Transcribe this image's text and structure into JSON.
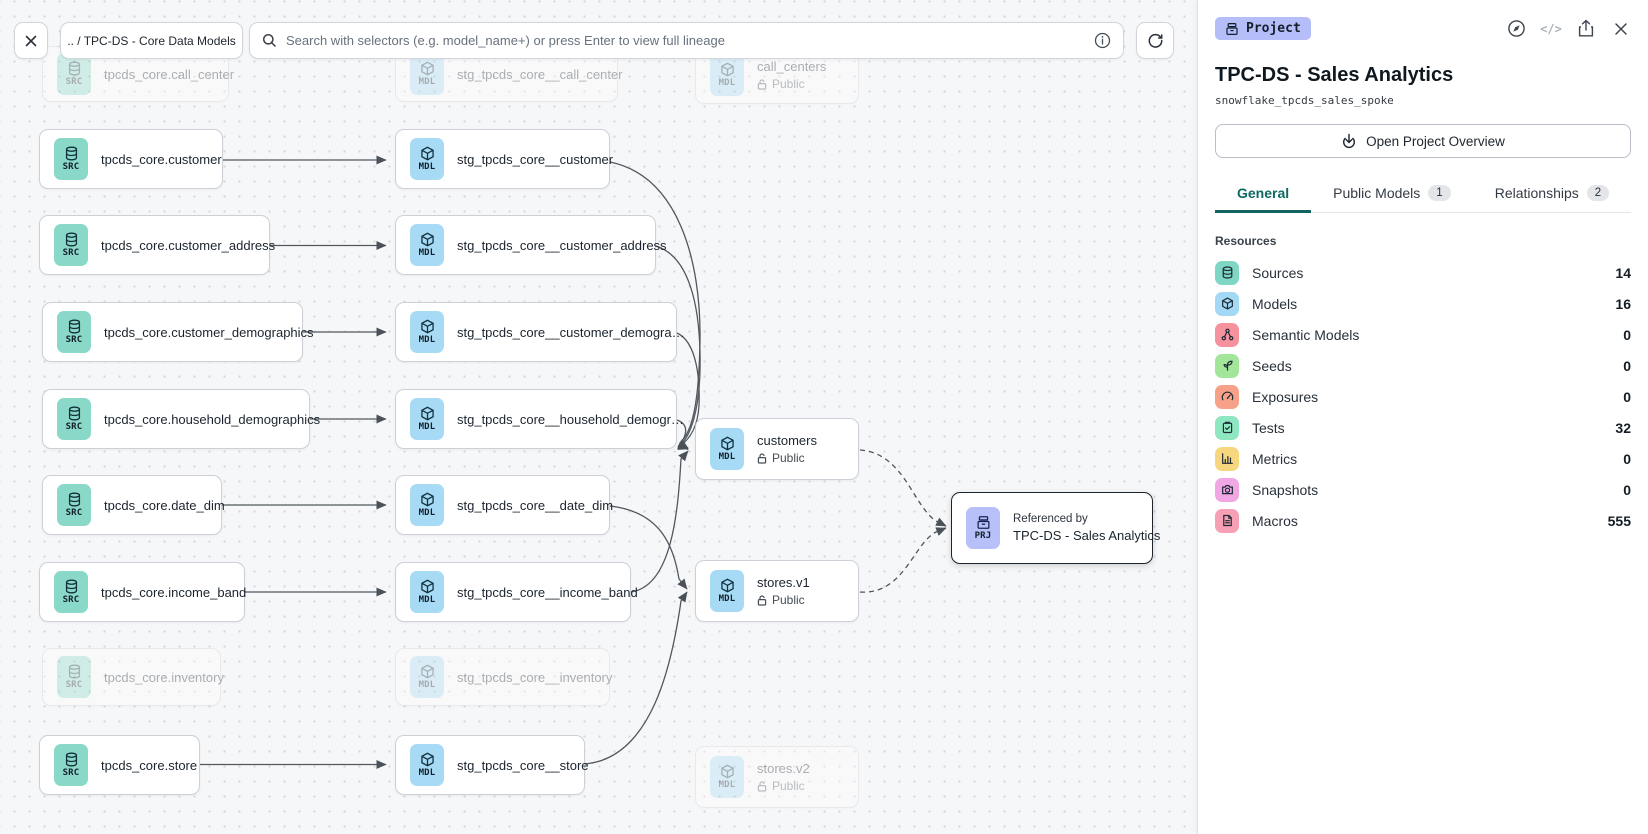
{
  "toolbar": {
    "breadcrumb": ".. / TPC-DS - Core Data Models",
    "search_placeholder": "Search with selectors (e.g. model_name+) or press Enter to view full lineage"
  },
  "canvas": {
    "nodes": {
      "src_call_center": {
        "badge": "SRC",
        "label": "tpcds_core.call_center"
      },
      "src_customer": {
        "badge": "SRC",
        "label": "tpcds_core.customer"
      },
      "src_customer_address": {
        "badge": "SRC",
        "label": "tpcds_core.customer_address"
      },
      "src_customer_demographics": {
        "badge": "SRC",
        "label": "tpcds_core.customer_demographics"
      },
      "src_household_demographics": {
        "badge": "SRC",
        "label": "tpcds_core.household_demographics"
      },
      "src_date_dim": {
        "badge": "SRC",
        "label": "tpcds_core.date_dim"
      },
      "src_income_band": {
        "badge": "SRC",
        "label": "tpcds_core.income_band"
      },
      "src_inventory": {
        "badge": "SRC",
        "label": "tpcds_core.inventory"
      },
      "src_store": {
        "badge": "SRC",
        "label": "tpcds_core.store"
      },
      "mdl_call_center": {
        "badge": "MDL",
        "label": "stg_tpcds_core__call_center"
      },
      "mdl_customer": {
        "badge": "MDL",
        "label": "stg_tpcds_core__customer"
      },
      "mdl_customer_address": {
        "badge": "MDL",
        "label": "stg_tpcds_core__customer_address"
      },
      "mdl_customer_demographics": {
        "badge": "MDL",
        "label": "stg_tpcds_core__customer_demogra…"
      },
      "mdl_household_demographics": {
        "badge": "MDL",
        "label": "stg_tpcds_core__household_demogr…"
      },
      "mdl_date_dim": {
        "badge": "MDL",
        "label": "stg_tpcds_core__date_dim"
      },
      "mdl_income_band": {
        "badge": "MDL",
        "label": "stg_tpcds_core__income_band"
      },
      "mdl_inventory": {
        "badge": "MDL",
        "label": "stg_tpcds_core__inventory"
      },
      "mdl_store": {
        "badge": "MDL",
        "label": "stg_tpcds_core__store"
      },
      "pub_call_centers": {
        "badge": "MDL",
        "label": "call_centers",
        "access": "Public"
      },
      "pub_customers": {
        "badge": "MDL",
        "label": "customers",
        "access": "Public"
      },
      "pub_stores_v1": {
        "badge": "MDL",
        "label": "stores.v1",
        "access": "Public"
      },
      "pub_stores_v2": {
        "badge": "MDL",
        "label": "stores.v2",
        "access": "Public"
      },
      "prj_sales_analytics": {
        "badge": "PRJ",
        "kicker": "Referenced by",
        "label": "TPC-DS - Sales Analytics"
      }
    }
  },
  "panel": {
    "type_badge": "Project",
    "title": "TPC-DS - Sales Analytics",
    "subtitle": "snowflake_tpcds_sales_spoke",
    "overview_button": "Open Project Overview",
    "tabs": [
      {
        "label": "General"
      },
      {
        "label": "Public Models",
        "count": "1"
      },
      {
        "label": "Relationships",
        "count": "2"
      }
    ],
    "resources_header": "Resources",
    "resources": [
      {
        "label": "Sources",
        "count": "14",
        "color": "#7fd6c3",
        "icon": "database-icon"
      },
      {
        "label": "Models",
        "count": "16",
        "color": "#a3d9f5",
        "icon": "cube-icon"
      },
      {
        "label": "Semantic Models",
        "count": "0",
        "color": "#f5929e",
        "icon": "semantic-graph-icon"
      },
      {
        "label": "Seeds",
        "count": "0",
        "color": "#a2e59b",
        "icon": "seedling-icon"
      },
      {
        "label": "Exposures",
        "count": "0",
        "color": "#f7a189",
        "icon": "gauge-icon"
      },
      {
        "label": "Tests",
        "count": "32",
        "color": "#8ee7c1",
        "icon": "clipboard-check-icon"
      },
      {
        "label": "Metrics",
        "count": "0",
        "color": "#f6d77e",
        "icon": "bar-chart-icon"
      },
      {
        "label": "Snapshots",
        "count": "0",
        "color": "#f2a7e5",
        "icon": "camera-icon"
      },
      {
        "label": "Macros",
        "count": "555",
        "color": "#f6a0b5",
        "icon": "document-icon"
      }
    ]
  }
}
